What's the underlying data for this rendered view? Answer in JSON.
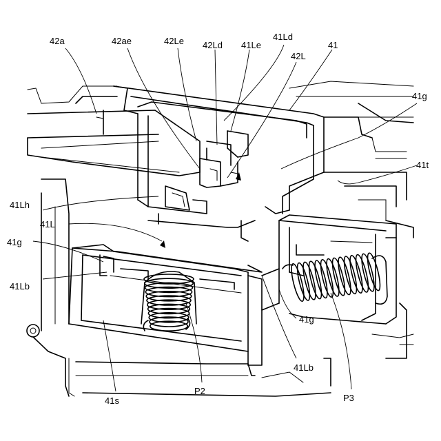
{
  "labels": {
    "l42a": "42a",
    "l42ae": "42ae",
    "l42Le": "42Le",
    "l42Ld": "42Ld",
    "l41Le": "41Le",
    "l41Ld": "41Ld",
    "l42L": "42L",
    "l41": "41",
    "l41g_tr": "41g",
    "l41t": "41t",
    "l41Lh": "41Lh",
    "l41L": "41L",
    "l41g_l": "41g",
    "l41Lb_l": "41Lb",
    "l41g_b": "41g",
    "l41Lb_b": "41Lb",
    "l41s": "41s",
    "lP2": "P2",
    "lP3": "P3"
  }
}
